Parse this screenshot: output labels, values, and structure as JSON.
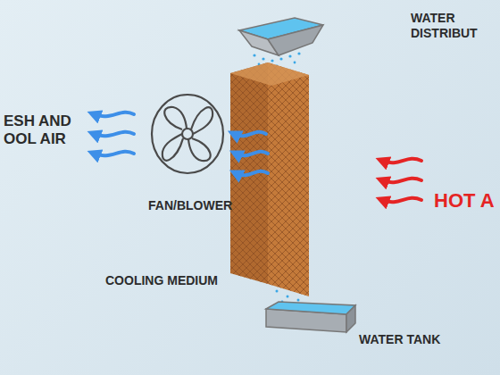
{
  "diagram": {
    "labels": [
      "WATER DISTRIBUT",
      "ESH AND OOL AIR",
      "FAN/BLOWER",
      "HOT A",
      "COOLING MEDIUM",
      "WATER TANK"
    ]
  }
}
